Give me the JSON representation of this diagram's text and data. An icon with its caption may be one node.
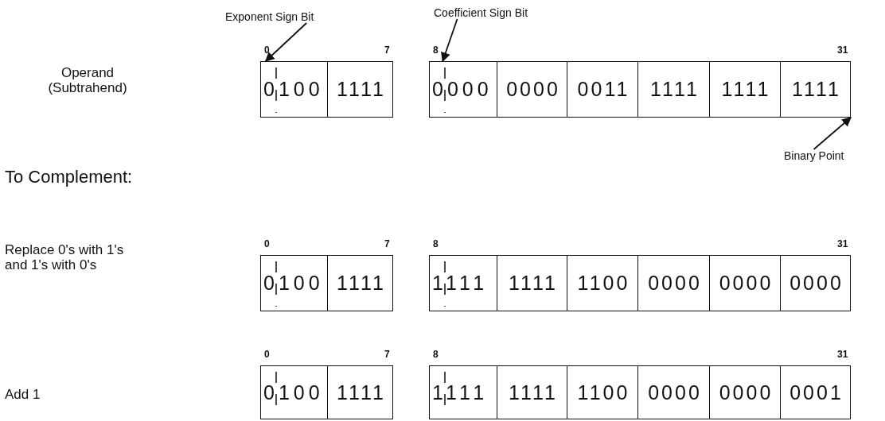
{
  "diagram": {
    "nodes": [
      {
        "text": [
          "Exponent Sign Bit"
        ]
      },
      {
        "text": [
          "Coefficient Sign Bit"
        ]
      },
      {
        "text": [
          "0100"
        ]
      },
      {
        "text": [
          "1111"
        ]
      },
      {
        "text": [
          "0000"
        ]
      },
      {
        "text": [
          "0000"
        ]
      },
      {
        "text": [
          "0011"
        ]
      },
      {
        "text": [
          "1111"
        ]
      },
      {
        "text": [
          "1111"
        ]
      },
      {
        "text": [
          "1111"
        ]
      },
      {
        "text": [
          "Binary Point"
        ]
      },
      {
        "text": [
          "0100"
        ]
      },
      {
        "text": [
          "1111"
        ]
      },
      {
        "text": [
          "1111"
        ]
      },
      {
        "text": [
          "1111"
        ]
      },
      {
        "text": [
          "1100"
        ]
      },
      {
        "text": [
          "0000"
        ]
      },
      {
        "text": [
          "0000"
        ]
      },
      {
        "text": [
          "0000"
        ]
      },
      {
        "text": [
          "0100"
        ]
      },
      {
        "text": [
          "1111"
        ]
      },
      {
        "text": [
          "1111"
        ]
      },
      {
        "text": [
          "1111"
        ]
      },
      {
        "text": [
          "1100"
        ]
      },
      {
        "text": [
          "0000"
        ]
      },
      {
        "text": [
          "0000"
        ]
      },
      {
        "text": [
          "0001"
        ]
      }
    ],
    "edges": [
      {
        "from": 0,
        "to": 2,
        "arrow": "to"
      },
      {
        "from": 1,
        "to": 4,
        "arrow": "to"
      },
      {
        "from": 10,
        "to": 9,
        "arrow": "to"
      }
    ],
    "labels": [
      "0",
      "7",
      "8",
      "31",
      "Operand (Subtrahend)",
      "To Complement:",
      "0",
      "7",
      "8",
      "31",
      "Replace 0's with 1's and 1's with 0's",
      "0",
      "7",
      "8",
      "31",
      "Add 1"
    ]
  }
}
